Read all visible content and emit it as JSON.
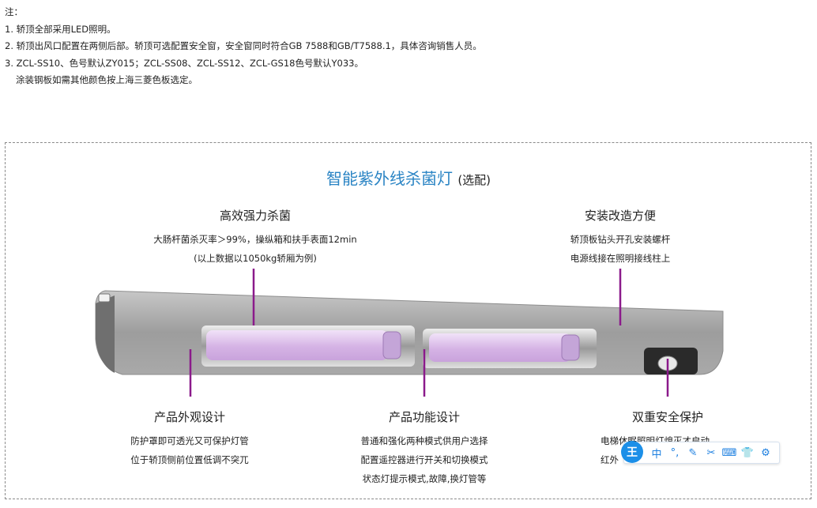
{
  "notes": {
    "heading": "注：",
    "items": [
      "1. 轿顶全部采用LED照明。",
      "2. 轿顶出风口配置在两侧后部。轿顶可选配置安全窗，安全窗同时符合GB 7588和GB/T7588.1，具体咨询销售人员。",
      "3. ZCL-SS10、色号默认ZY015；ZCL-SS08、ZCL-SS12、ZCL-GS18色号默认Y033。",
      "涂装钢板如需其他颜色按上海三菱色板选定。"
    ]
  },
  "panel": {
    "title": "智能紫外线杀菌灯",
    "title_suffix": "(选配)",
    "features": {
      "efficient": {
        "heading": "高效强力杀菌",
        "lines": [
          "大肠杆菌杀灭率＞99%，操纵箱和扶手表面12min",
          "(以上数据以1050kg轿厢为例)"
        ]
      },
      "install": {
        "heading": "安装改造方便",
        "lines": [
          "轿顶板钻头开孔安装螺杆",
          "电源线接在照明接线柱上"
        ]
      },
      "appearance": {
        "heading": "产品外观设计",
        "lines": [
          "防护罩即可透光又可保护灯管",
          "位于轿顶侧前位置低调不突兀"
        ]
      },
      "function": {
        "heading": "产品功能设计",
        "lines": [
          "普通和强化两种模式供用户选择",
          "配置遥控器进行开关和切换模式",
          "状态灯提示模式,故障,换灯管等"
        ]
      },
      "safety": {
        "heading": "双重安全保护",
        "lines": [
          "电梯休眠照明灯熄灭才启动",
          "红外"
        ]
      }
    },
    "colors": {
      "title": "#2a84c4",
      "callout": "#8b1a8b",
      "uv_tube": "#d9b8e8"
    }
  },
  "ime_toolbar": {
    "logo": "王",
    "mode": "中",
    "icons": [
      "punctuation-icon",
      "pen-icon",
      "scissors-icon",
      "keyboard-icon",
      "skin-shirt-icon",
      "settings-gear-icon"
    ]
  }
}
